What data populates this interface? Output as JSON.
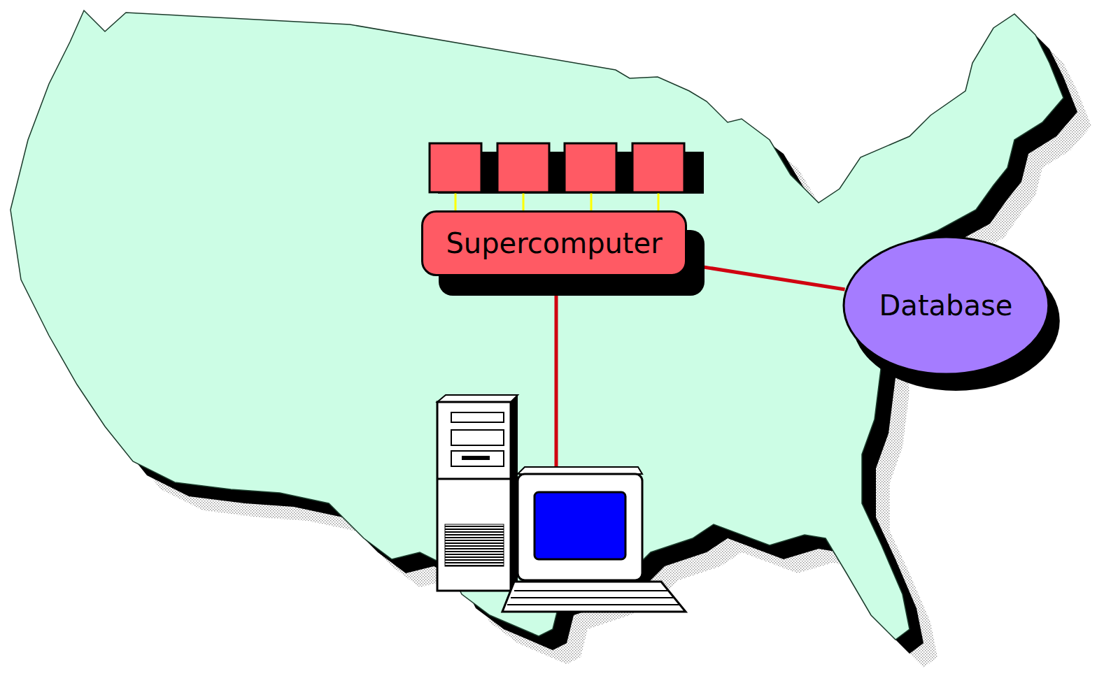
{
  "diagram": {
    "nodes": [
      {
        "text": [
          "Supercomputer"
        ]
      },
      {
        "text": [
          "Database"
        ]
      }
    ],
    "edges": [
      {
        "from": 0,
        "to": 1,
        "arrow": "none"
      }
    ]
  }
}
